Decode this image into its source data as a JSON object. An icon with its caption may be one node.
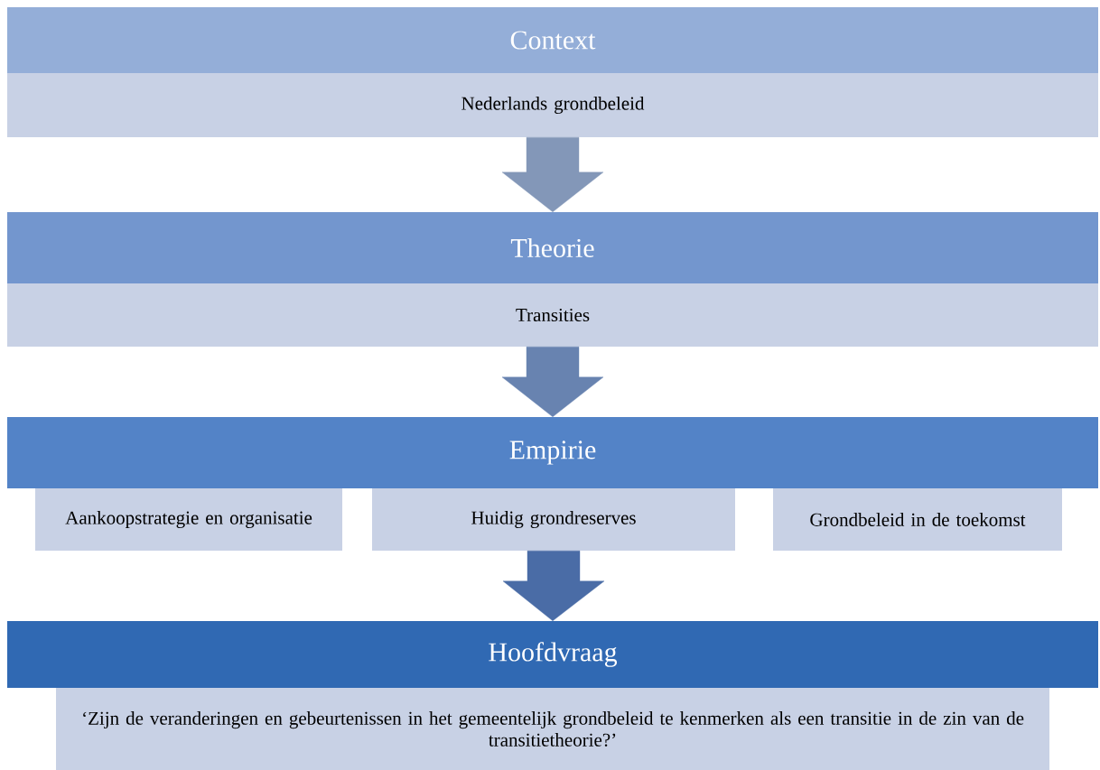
{
  "diagram": {
    "nodes": [
      {
        "text": [
          "Context"
        ]
      },
      {
        "text": [
          "Nederlands grondbeleid"
        ]
      },
      {
        "text": [
          "Theorie"
        ]
      },
      {
        "text": [
          "Transities"
        ]
      },
      {
        "text": [
          "Empirie"
        ]
      },
      {
        "text": [
          "Aankoopstrategie en organisatie"
        ]
      },
      {
        "text": [
          "Huidig grondreserves"
        ]
      },
      {
        "text": [
          "Grondbeleid in de toekomst"
        ]
      },
      {
        "text": [
          "Hoofdvraag"
        ]
      },
      {
        "text": [
          "‘Zijn de veranderingen en gebeurtenissen in het gemeentelijk grondbeleid te kenmerken als een transitie in de zin van de transitietheorie?’"
        ]
      }
    ],
    "edges": [
      {
        "from": 1,
        "to": 2,
        "arrow": "to",
        "color": "#8397b8"
      },
      {
        "from": 3,
        "to": 4,
        "arrow": "to",
        "color": "#6883b0"
      },
      {
        "from": 6,
        "to": 8,
        "arrow": "to",
        "color": "#4a6ca6"
      }
    ]
  }
}
